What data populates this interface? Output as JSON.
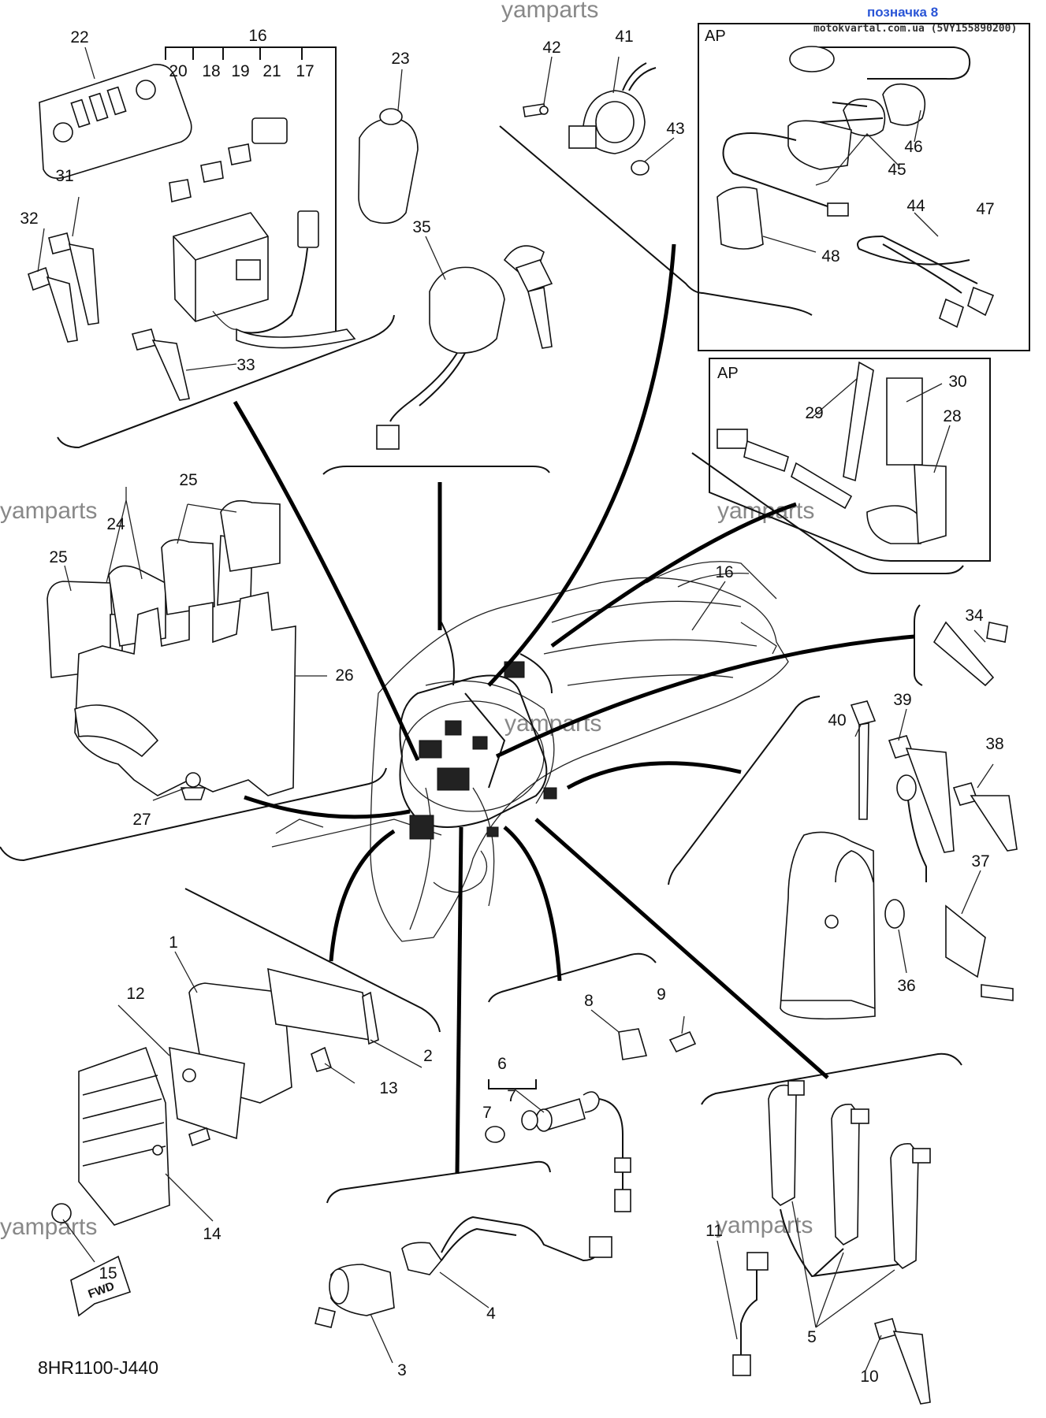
{
  "header": {
    "reference": "позначка 8",
    "site": "motokvartal.com.ua (5VY155890200)"
  },
  "watermark": "yamparts",
  "diagram_code": "8HR1100-J440",
  "fwd_label": "FWD",
  "ap_label": "AP",
  "labels": {
    "p1": "1",
    "p2": "2",
    "p3": "3",
    "p4": "4",
    "p5": "5",
    "p6": "6",
    "p7a": "7",
    "p7b": "7",
    "p8": "8",
    "p9": "9",
    "p10": "10",
    "p11": "11",
    "p12": "12",
    "p13": "13",
    "p14": "14",
    "p15": "15",
    "p16a": "16",
    "p16b": "16",
    "p17": "17",
    "p18": "18",
    "p19": "19",
    "p20": "20",
    "p21": "21",
    "p22": "22",
    "p23": "23",
    "p24": "24",
    "p25a": "25",
    "p25b": "25",
    "p26": "26",
    "p27": "27",
    "p28": "28",
    "p29": "29",
    "p30": "30",
    "p31": "31",
    "p32": "32",
    "p33": "33",
    "p34": "34",
    "p35": "35",
    "p36": "36",
    "p37": "37",
    "p38": "38",
    "p39": "39",
    "p40": "40",
    "p41": "41",
    "p42": "42",
    "p43": "43",
    "p44": "44",
    "p45": "45",
    "p46": "46",
    "p47": "47",
    "p48": "48"
  }
}
